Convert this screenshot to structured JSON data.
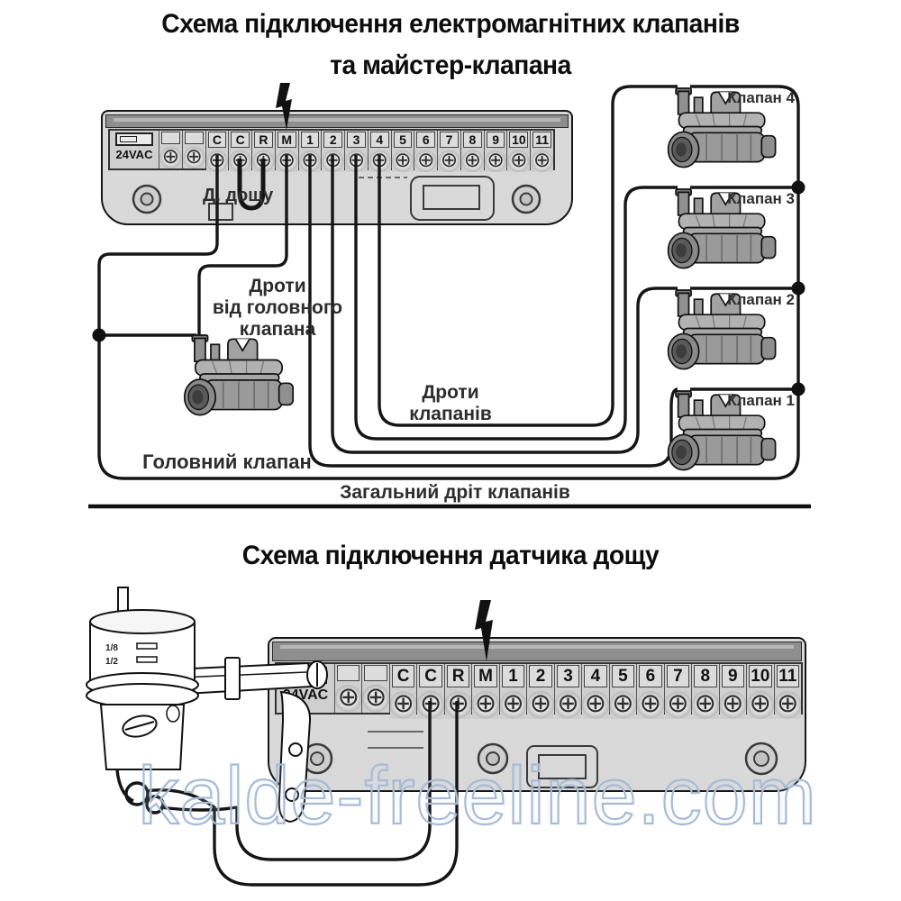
{
  "icons": {
    "screw": "⊕"
  },
  "watermark": "kalde-freeline.com",
  "diagram1": {
    "title_line1": "Схема підключення електромагнітних клапанів",
    "title_line2": "та майстер-клапана",
    "controller": {
      "power_label": "24VAC",
      "terminals": [
        "",
        "",
        "C",
        "C",
        "R",
        "M",
        "1",
        "2",
        "3",
        "4",
        "5",
        "6",
        "7",
        "8",
        "9",
        "10",
        "11"
      ]
    },
    "rain_jumper_label": "Д. дощу",
    "valve_labels": [
      "Клапан 4",
      "Клапан 3",
      "Клапан 2",
      "Клапан 1"
    ],
    "master_wires_label_l1": "Дроти",
    "master_wires_label_l2": "від головного",
    "master_wires_label_l3": "клапана",
    "master_valve_label": "Головний клапан",
    "valve_wires_label_l1": "Дроти",
    "valve_wires_label_l2": "клапанів",
    "common_wire_label": "Загальний дріт клапанів"
  },
  "diagram2": {
    "title": "Схема підключення датчика дощу",
    "controller": {
      "power_label": "24VAC",
      "terminals": [
        "",
        "",
        "C",
        "C",
        "R",
        "M",
        "1",
        "2",
        "3",
        "4",
        "5",
        "6",
        "7",
        "8",
        "9",
        "10",
        "11"
      ]
    },
    "sensor": {
      "marking1": "1/8",
      "marking2": "1/2"
    }
  },
  "colors": {
    "wire": "#151515",
    "controller_body": "#d9d9d9",
    "controller_topbar": "#8e8e8e",
    "watermark_blue": "#a7bbd7"
  }
}
